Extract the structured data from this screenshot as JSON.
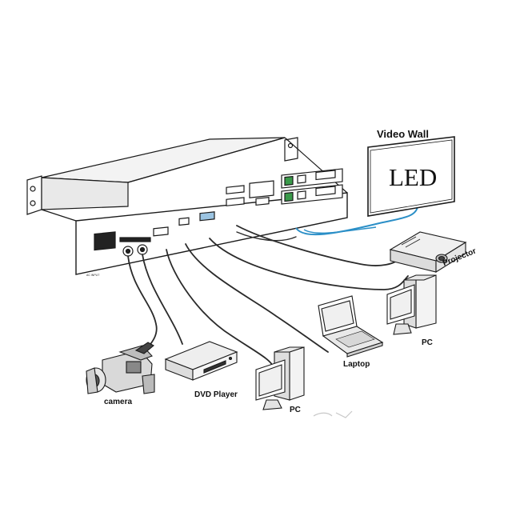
{
  "labels": {
    "video_wall": "Video Wall",
    "led": "LED",
    "projector": "Projector",
    "pc_right": "PC",
    "laptop": "Laptop",
    "pc_center": "PC",
    "dvd_player": "DVD Player",
    "camera": "camera"
  },
  "colors": {
    "line": "#1a1a1a",
    "cable": "#2a2a2a",
    "led_cable": "#2b8fc7",
    "device_face": "#f6f6f6",
    "device_top": "#ececec"
  }
}
